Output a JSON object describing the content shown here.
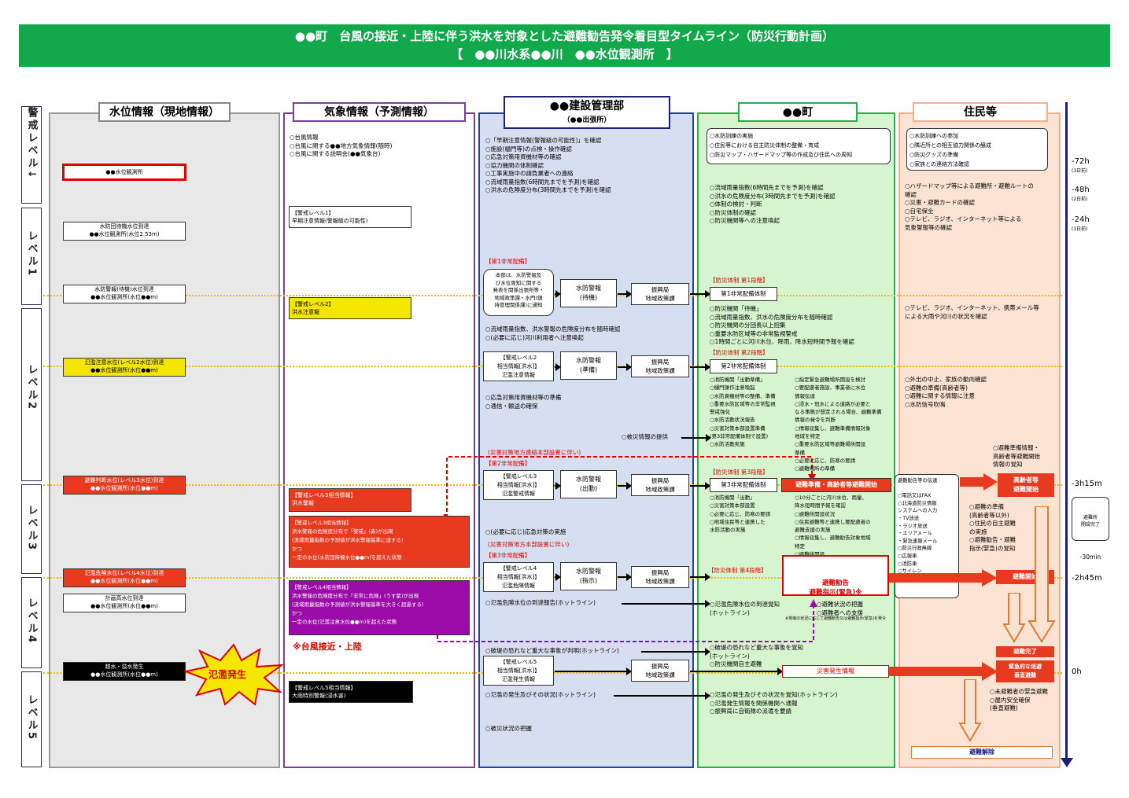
{
  "header": {
    "line1": "●●町　台風の接近・上陸に伴う洪水を対象とした避難勧告発令着目型タイムライン（防災行動計画）",
    "line2": "【　●●川水系●●川　●●水位観測所　】"
  },
  "columns": {
    "water": "水位情報（現地情報）",
    "weather": "気象情報（予測情報）",
    "kensetsu": "●●建設管理部",
    "kensetsu_sub": "（●●出張所）",
    "town": "●●町",
    "residents": "住民等"
  },
  "levels": {
    "keikai": "警戒レベル↓",
    "l1": "レベル1",
    "l2": "レベル2",
    "l3": "レベル3",
    "l4": "レベル4",
    "l5": "レベル5"
  },
  "water": {
    "station": "●●水位観測所",
    "b1a": "水防団待機水位到達",
    "b1b": "●●水位観測所(水位2.53m)",
    "b2a": "水防警報(待機)水位到達",
    "b2b": "●●水位観測所(水位●●m)",
    "b3a": "氾濫注意水位(レベル2水位)到達",
    "b3b": "●●水位観測所(水位●●m)",
    "b4a": "避難判断水位(レベル3水位)到達",
    "b4b": "●●水位観測所(水位●●m)",
    "b5a": "氾濫危険水位(レベル4水位)到達",
    "b5b": "●●水位観測所(水位●●m)",
    "b6a": "計画高水位到達",
    "b6b": "●●水位観測所(水位●●m)",
    "b7a": "越水・溢水発生",
    "b7b": "●●水位観測所(水位●●m)",
    "burst": "氾濫発生"
  },
  "weather": {
    "top": "○台風情報\n○台風に関する●●地方気象情報(随時)\n○台風に関する説明会(●●気象台)",
    "w1": "【警戒レベル1】\n早期注意情報(警報級の可能性)",
    "w2": "【警戒レベル2】\n洪水注意報",
    "w3": "【警戒レベル3相当情報】\n洪水警報",
    "w4": "【警戒レベル3相当情報】\n洪水警報の危険度分布で「警戒」(赤)が出現\n(流域雨量指数の予測値が洪水警報基準に達する)\nかつ\n一定の水位(水防団待機水位●●m)を超えた状態",
    "w5": "【警戒レベル4相当情報】\n洪水警報の危険度分布で「非常に危険」(うす紫)が出現\n(流域雨量指数の予測値が洪水警報基準を大きく超過する)\nかつ\n一定の水位(氾濫注意水位●●m)を超えた状態",
    "typhoon": "※台風接近・上陸",
    "w6": "【警戒レベル5相当情報】\n大雨特別警報(浸水害)"
  },
  "kensetsu": {
    "top": "○「早期注意情報(警報級の可能性)」を確認\n○施設(樋門等)の点検・操作確認\n○応急対策用資機材等の確認\n○協力機関の体制確認\n○工事実施中の請負業者への連絡\n○流域雨量指数(6時間先までを予測)を確認\n○洪水の危険度分布(3時間先までを予測)を確認",
    "s1": "【第1非常配備】",
    "inform": "本部は、水防警報及\nび水位周知に関する\n発表を関係出張所等・\n地域政策課・水門(鎮\n持管理関係課)に通知",
    "k1": "水防警報\n(待機)",
    "shinko": "振興局\n地域政策課",
    "mid1": "○流域雨量指数、洪水警報の危険度分布を随時確認\n○(必要に応じ)河川利用者へ注意喚起",
    "k2l": "【警戒レベル2\n相当情報[洪水]】\n氾濫注意情報",
    "k2": "水防警報\n(準備)",
    "mid2": "○応急対策用資機材等の準備\n○通信・輸送の確保",
    "disaster": "○被災情報の提供",
    "sai1": "(災害対策地方連絡本部設置に伴い)",
    "s2": "【第2非常配備】",
    "k3l": "【警戒レベル3\n相当情報[洪水]】\n氾濫警戒情報",
    "k3": "水防警報\n(出動)",
    "mid3": "○(必要に応じ)応急対策の実施",
    "sai2": "(災害対策地方本部設置に伴い)",
    "s3": "【第3非常配備】",
    "k4l": "【警戒レベル4\n相当情報[洪水]】\n氾濫危険情報",
    "k4": "水防警報\n(指示)",
    "hot1": "○氾濫危険水位の到達報告(ホットライン)",
    "hot2": "○破堤の恐れなど重大な事象が判明(ホットライン)",
    "k5l": "【警戒レベル5\n相当情報[洪水]】\n氾濫発生情報",
    "hot3": "○氾濫の発生及びその状況(ホットライン)",
    "end": "○被災状況の把握"
  },
  "town": {
    "top": "○水防訓練の実施\n○住民等における自主防災体制の整備・育成\n○防災マップ・ハザードマップ等の作成及び住民への周知",
    "t1": "○流域雨量指数(6時間先までを予測)を確認\n○洪水の危険度分布(3時間先までを予測)を確認\n○体制の検討・判断\n○防災体制の確認\n○防災機関等への注意喚起",
    "p1": "【防災体制 第1段階】",
    "p1b": "第1非常配備体制",
    "t2": "○防災機関「待機」\n○流域雨量指数、洪水の危険度分布を随時確認\n○防災機関の分団長以上招集\n○重要水防区域等の非常監視警戒\n○1時間ごとに河川水位、降雨、降水短時間予報を確認",
    "p2": "【防災体制 第2段階】",
    "p2b": "第2非常配備体制",
    "t3a": "○消防機関「出動準備」\n○樋門操作注意喚起\n○水防資機材等の整備、準備\n○重要水防区域等の非常監視\n警戒強化\n○水防活動状況報告\n○災害対策本部設置準備\n(第3非常配備体制で設置)\n○水防活動実施",
    "t3b": "○指定緊急避難場所開設を検討\n○要配慮者施設、事業者に水位\n情報伝達\n○浸水・冠水による道路が必要と\nなる事態が想定される場合、避難準備\n情報の発令を判断\n○情報収集し、避難準備情報対象\n地域を特定\n○重要水防区域等避難場所開設\n準備\n○必要に応じ、防寒の要請\n○避難場所の準備",
    "p3": "【防災体制 第3段階】",
    "p3b": "第3非常配備体制",
    "prep": "避難準備・高齢者等避難開始",
    "t4a": "○消防機関「出動」\n○災害対策本部設置\n○必要に応じ、防寒の要請\n○地域住民等と連携した\n水防活動の実施",
    "t4b": "○10分ごとに河川水位、雨量、\n降水短時間予報を確認\n○避難所開設状況\n○住民避難等と連携し要配慮者の\n避難支援の実施\n○情報収集し、避難勧告対象地域\n特定\n○避難所開設",
    "p4": "【防災体制 第4段階】",
    "kankoku": "避難勧告\n避難指示(緊急)※",
    "note": "※地域の状況に応じて避難勧告又は避難指示(緊急)を発令",
    "t5": "○氾濫危険水位の到達覚知\n(ホットライン)",
    "t5b": "○避難状況の把握\n○避難者への支援",
    "t6": "○破堤の恐れなど重大な事象を覚知\n(ホットライン)\n○防災機関自主避難",
    "hassei": "災害発生情報",
    "t7": "○氾濫の発生及びその状況を覚知(ホットライン)\n○氾濫発生情報を関係機関へ通報\n○振興局に自衛隊の派遣を要請"
  },
  "residents": {
    "top": "○水防訓練への参加\n○隣近所との相互協力関係の醸成\n○防災グッズの準備\n○家族との連絡方法確認",
    "r1": "○ハザードマップ等による避難所・避難ルートの\n確認\n○災害・避難カードの確認\n○自宅保全\n○テレビ、ラジオ、インターネット等による\n気象警報等の確認",
    "r2": "○テレビ、ラジオ、インターネット、携帯メール等\nによる大雨や河川の状況を確認",
    "r3": "○外出の中止、家族の動向確認\n○避難の準備(高齢者等)\n○避難に関する情報に注意\n○水防信号吹鳴",
    "r4": "○避難準備情報・\n高齢者等避難開始\n情報の覚知",
    "means": "避難勧告等の伝達\n\n○電話又はFAX\n○北海道防災情報\nシステムへの入力\n・TV放送\n・ラジオ放送\n・エリアメール\n・緊急速報メール\n○防災行政無線\n○広報車\n○消防車\n○サイレン",
    "koureisha": "高齢者等\n避難開始",
    "r5": "○避難の準備\n(高齢者等以外)\n○住民の自主避難\nの実施\n○避難勧告・避難\n指示(緊急)の覚知",
    "hinankaishi": "避難開始",
    "kanryo": "避難完了",
    "saizen": "緊急的な退避\n垂直避難",
    "r6": "○未避難者の緊急避難\n○屋内安全確保\n(垂直避難)",
    "kaijo": "避難解除"
  },
  "timeline": {
    "t72": "-72h",
    "t72s": "(3日前)",
    "t48": "-48h",
    "t48s": "(2日前)",
    "t24": "-24h",
    "t24s": "(1日前)",
    "t315": "-3h15m",
    "hinan": "避難所\n開設完了",
    "t30": "-30min",
    "t245": "-2h45m",
    "t0": "0h"
  },
  "colors": {
    "header_green": "#12a84c",
    "level_yellow": "#f2b800",
    "red": "#e83a1f",
    "purple": "#9b0ba8",
    "navy": "#1d1d7a"
  }
}
